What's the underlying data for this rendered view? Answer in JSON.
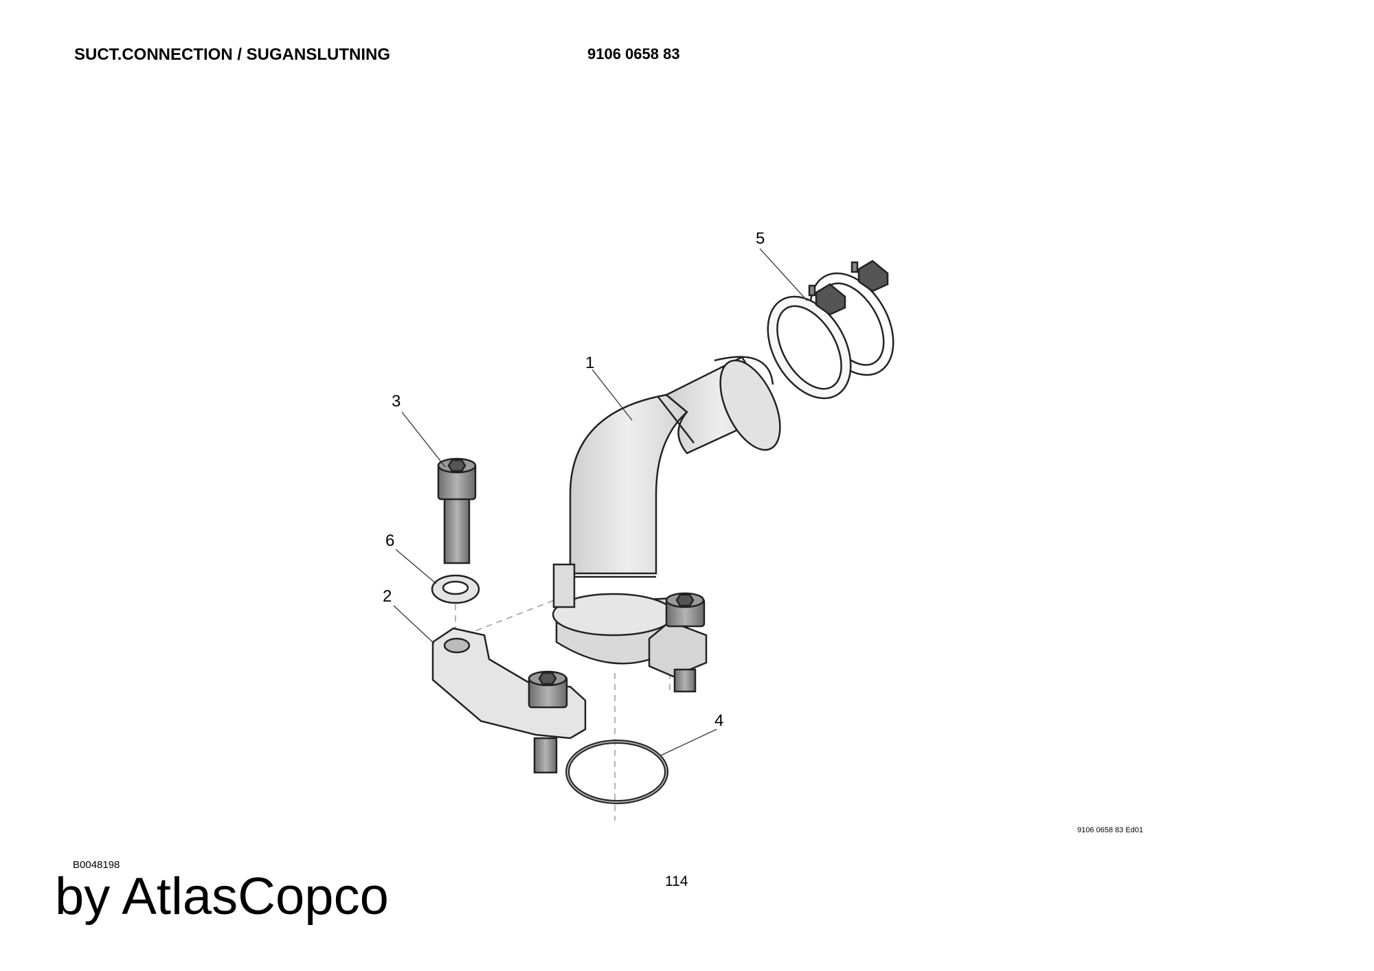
{
  "header": {
    "title": "SUCT.CONNECTION / SUGANSLUTNING",
    "part_number": "9106 0658 83"
  },
  "drawing": {
    "callouts": [
      "1",
      "2",
      "3",
      "4",
      "5",
      "6"
    ],
    "drawing_reference": "9106 0658 83 Ed01"
  },
  "footer": {
    "document_number": "B0048198",
    "page_number": "114",
    "brand": "by AtlasCopco"
  }
}
